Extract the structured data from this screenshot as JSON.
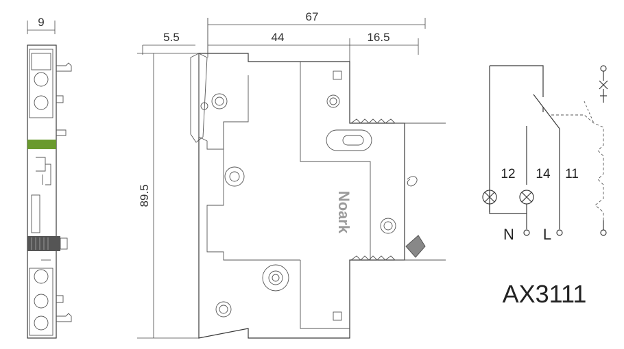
{
  "dimensions": {
    "side_width": "9",
    "overall_length": "67",
    "front_offset": "5.5",
    "body_depth": "44",
    "rear_depth": "16.5",
    "height": "89.5"
  },
  "brand_label": "Noark",
  "schematic": {
    "terminals": [
      "12",
      "14",
      "11"
    ],
    "neutral_label": "N",
    "line_label": "L"
  },
  "model_name": "AX3111",
  "colors": {
    "line": "#3a3a3a",
    "accent_stripe": "#6a9a2e",
    "brand_text": "#9a9a9a"
  }
}
